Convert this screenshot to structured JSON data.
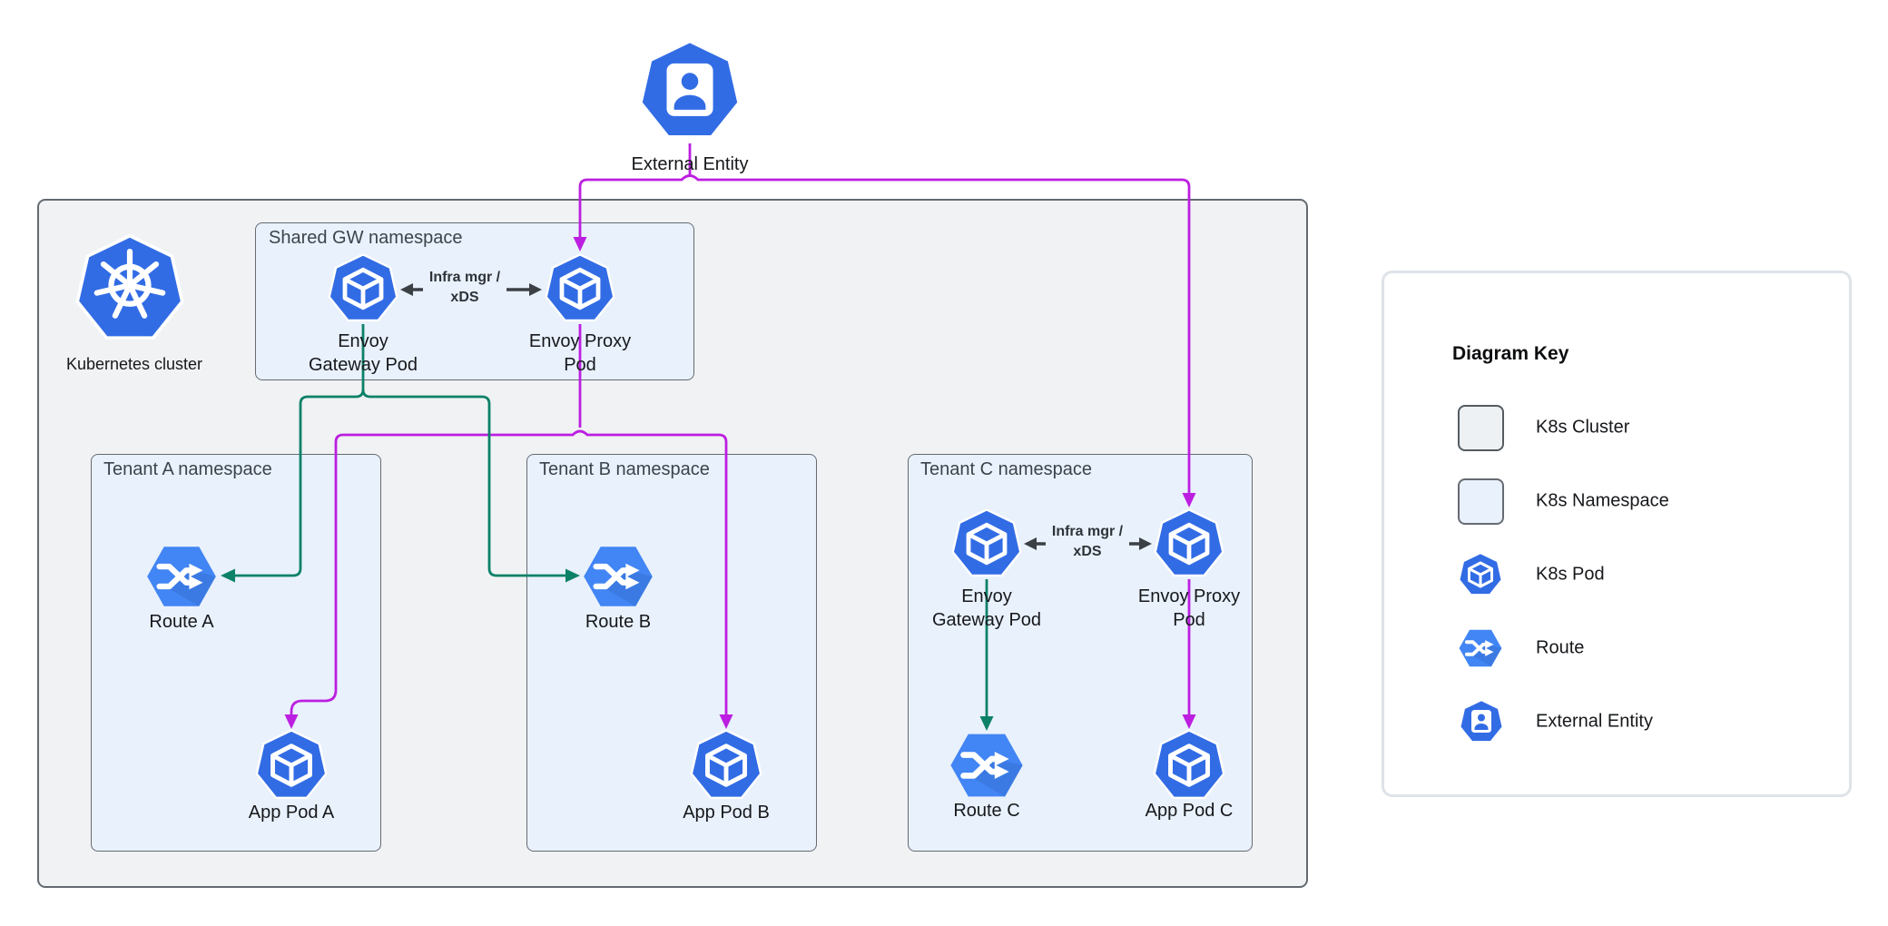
{
  "external_entity": {
    "label": "External Entity"
  },
  "cluster": {
    "label": "Kubernetes cluster"
  },
  "shared_namespace": {
    "title": "Shared GW namespace",
    "gateway_pod": {
      "line1": "Envoy",
      "line2": "Gateway Pod"
    },
    "proxy_pod": {
      "line1": "Envoy Proxy",
      "line2": "Pod"
    },
    "infra": {
      "line1": "Infra mgr /",
      "line2": "xDS"
    }
  },
  "tenant_a": {
    "title": "Tenant A namespace",
    "route_label": "Route A",
    "app_pod_label": "App Pod A"
  },
  "tenant_b": {
    "title": "Tenant B namespace",
    "route_label": "Route B",
    "app_pod_label": "App Pod B"
  },
  "tenant_c": {
    "title": "Tenant C namespace",
    "gateway_pod": {
      "line1": "Envoy",
      "line2": "Gateway Pod"
    },
    "proxy_pod": {
      "line1": "Envoy Proxy",
      "line2": "Pod"
    },
    "infra": {
      "line1": "Infra mgr /",
      "line2": "xDS"
    },
    "route_label": "Route C",
    "app_pod_label": "App Pod C"
  },
  "key": {
    "title": "Diagram Key",
    "items": [
      {
        "icon": "k8s-cluster-swatch",
        "label": "K8s Cluster"
      },
      {
        "icon": "k8s-namespace-swatch",
        "label": "K8s Namespace"
      },
      {
        "icon": "k8s-pod-icon",
        "label": "K8s Pod"
      },
      {
        "icon": "route-icon",
        "label": "Route"
      },
      {
        "icon": "external-entity-icon",
        "label": "External Entity"
      }
    ]
  },
  "colors": {
    "pod_blue": "#326CE5",
    "route_blue": "#4285F4",
    "flow_magenta": "#BC1FE0",
    "flow_green": "#0D8168",
    "arrow_dark": "#3B4045",
    "cluster_fill": "#F0F2F3",
    "namespace_fill": "#E9F1FC"
  }
}
